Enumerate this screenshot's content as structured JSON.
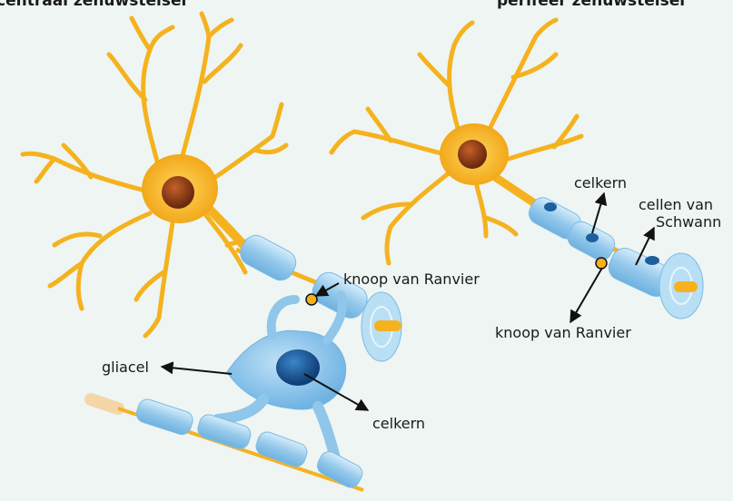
{
  "headings": {
    "left": "centraal zenuwstelsel",
    "right": "perifeer zenuwstelsel"
  },
  "labels": {
    "left_node": "knoop van Ranvier",
    "glia": "gliacel",
    "left_nucleus": "celkern",
    "right_nucleus": "celkern",
    "schwann_line1": "cellen van",
    "schwann_line2": "Schwann",
    "right_node": "knoop van Ranvier"
  },
  "colors": {
    "background": "#eef5f2",
    "neuron": "#f5b21e",
    "nucleus": "#8a3a12",
    "myelin": "#9fd0ef",
    "glia_nucleus": "#1d5f9e",
    "text": "#1a1a1a"
  }
}
